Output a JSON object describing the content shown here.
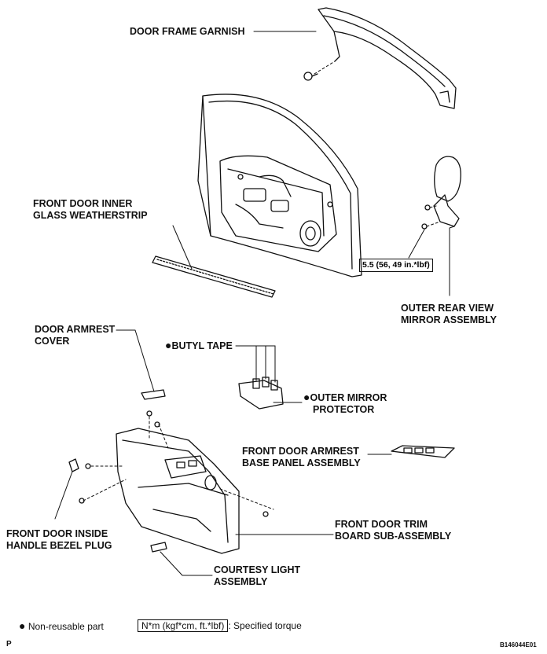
{
  "labels": {
    "door_frame_garnish": "DOOR FRAME GARNISH",
    "inner_weatherstrip_1": "FRONT DOOR INNER",
    "inner_weatherstrip_2": "GLASS WEATHERSTRIP",
    "torque_value": "5.5 (56, 49 in.*lbf)",
    "mirror_1": "OUTER REAR VIEW",
    "mirror_2": "MIRROR ASSEMBLY",
    "armrest_cover_1": "DOOR ARMREST",
    "armrest_cover_2": "COVER",
    "butyl_tape": "BUTYL TAPE",
    "mirror_protector_1": "OUTER MIRROR",
    "mirror_protector_2": "PROTECTOR",
    "armrest_base_1": "FRONT DOOR ARMREST",
    "armrest_base_2": "BASE PANEL ASSEMBLY",
    "bezel_plug_1": "FRONT DOOR INSIDE",
    "bezel_plug_2": "HANDLE BEZEL PLUG",
    "trim_board_1": "FRONT DOOR TRIM",
    "trim_board_2": "BOARD SUB-ASSEMBLY",
    "courtesy_1": "COURTESY LIGHT",
    "courtesy_2": "ASSEMBLY"
  },
  "legend": {
    "non_reusable": "Non-reusable part",
    "torque_unit": "N*m (kgf*cm, ft.*lbf)",
    "torque_desc": ": Specified torque"
  },
  "footer": {
    "page_letter": "P",
    "figure_id": "B146044E01"
  }
}
